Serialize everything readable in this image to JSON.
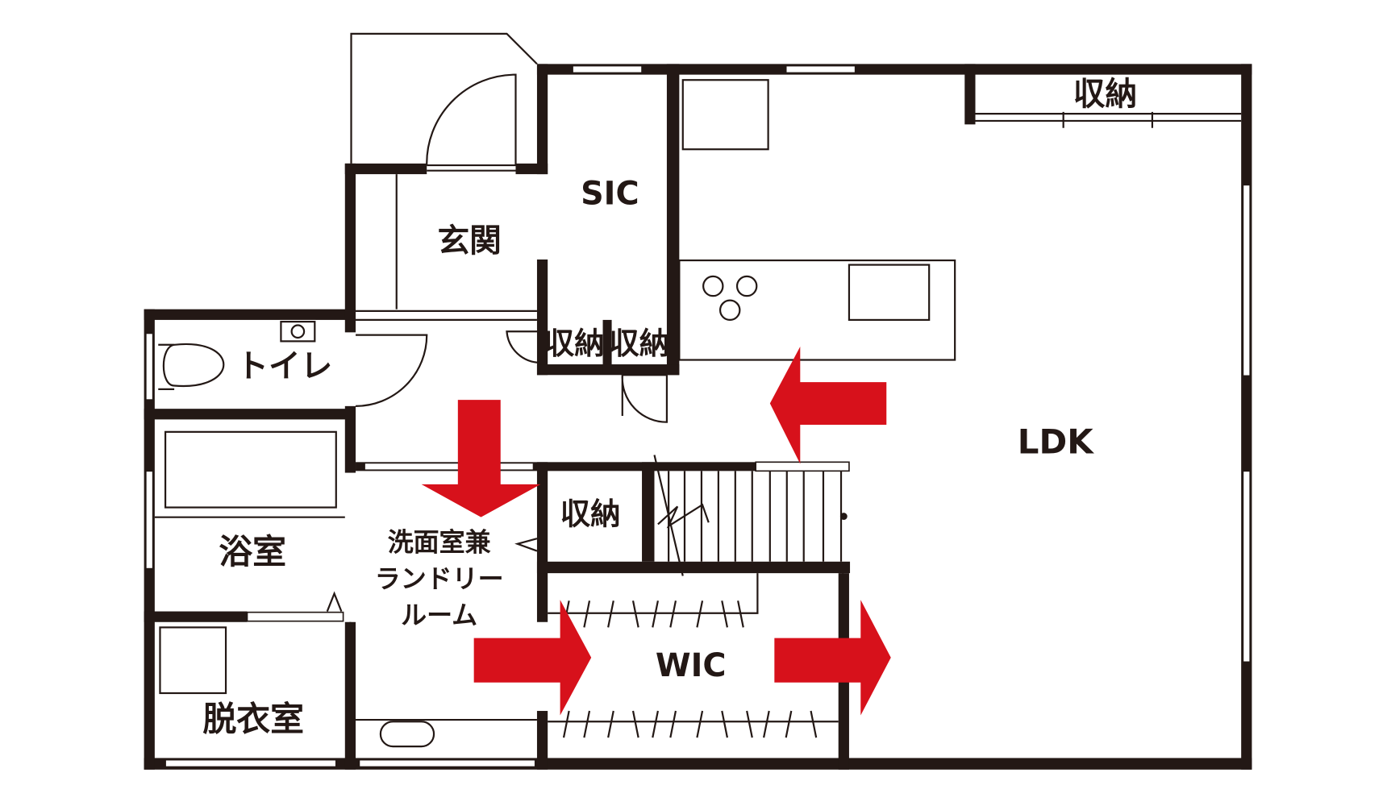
{
  "rooms": {
    "entrance": "玄関",
    "sic": "SIC",
    "ldk": "LDK",
    "storage_ldk": "収納",
    "storage_1": "収納",
    "storage_2": "収納",
    "storage_3": "収納",
    "toilet": "トイレ",
    "bath": "浴室",
    "laundry_line1": "洗面室兼",
    "laundry_line2": "ランドリー",
    "laundry_line3": "ルーム",
    "dressing": "脱衣室",
    "wic": "WIC"
  },
  "colors": {
    "wall": "#231815",
    "arrow": "#d7111b"
  }
}
